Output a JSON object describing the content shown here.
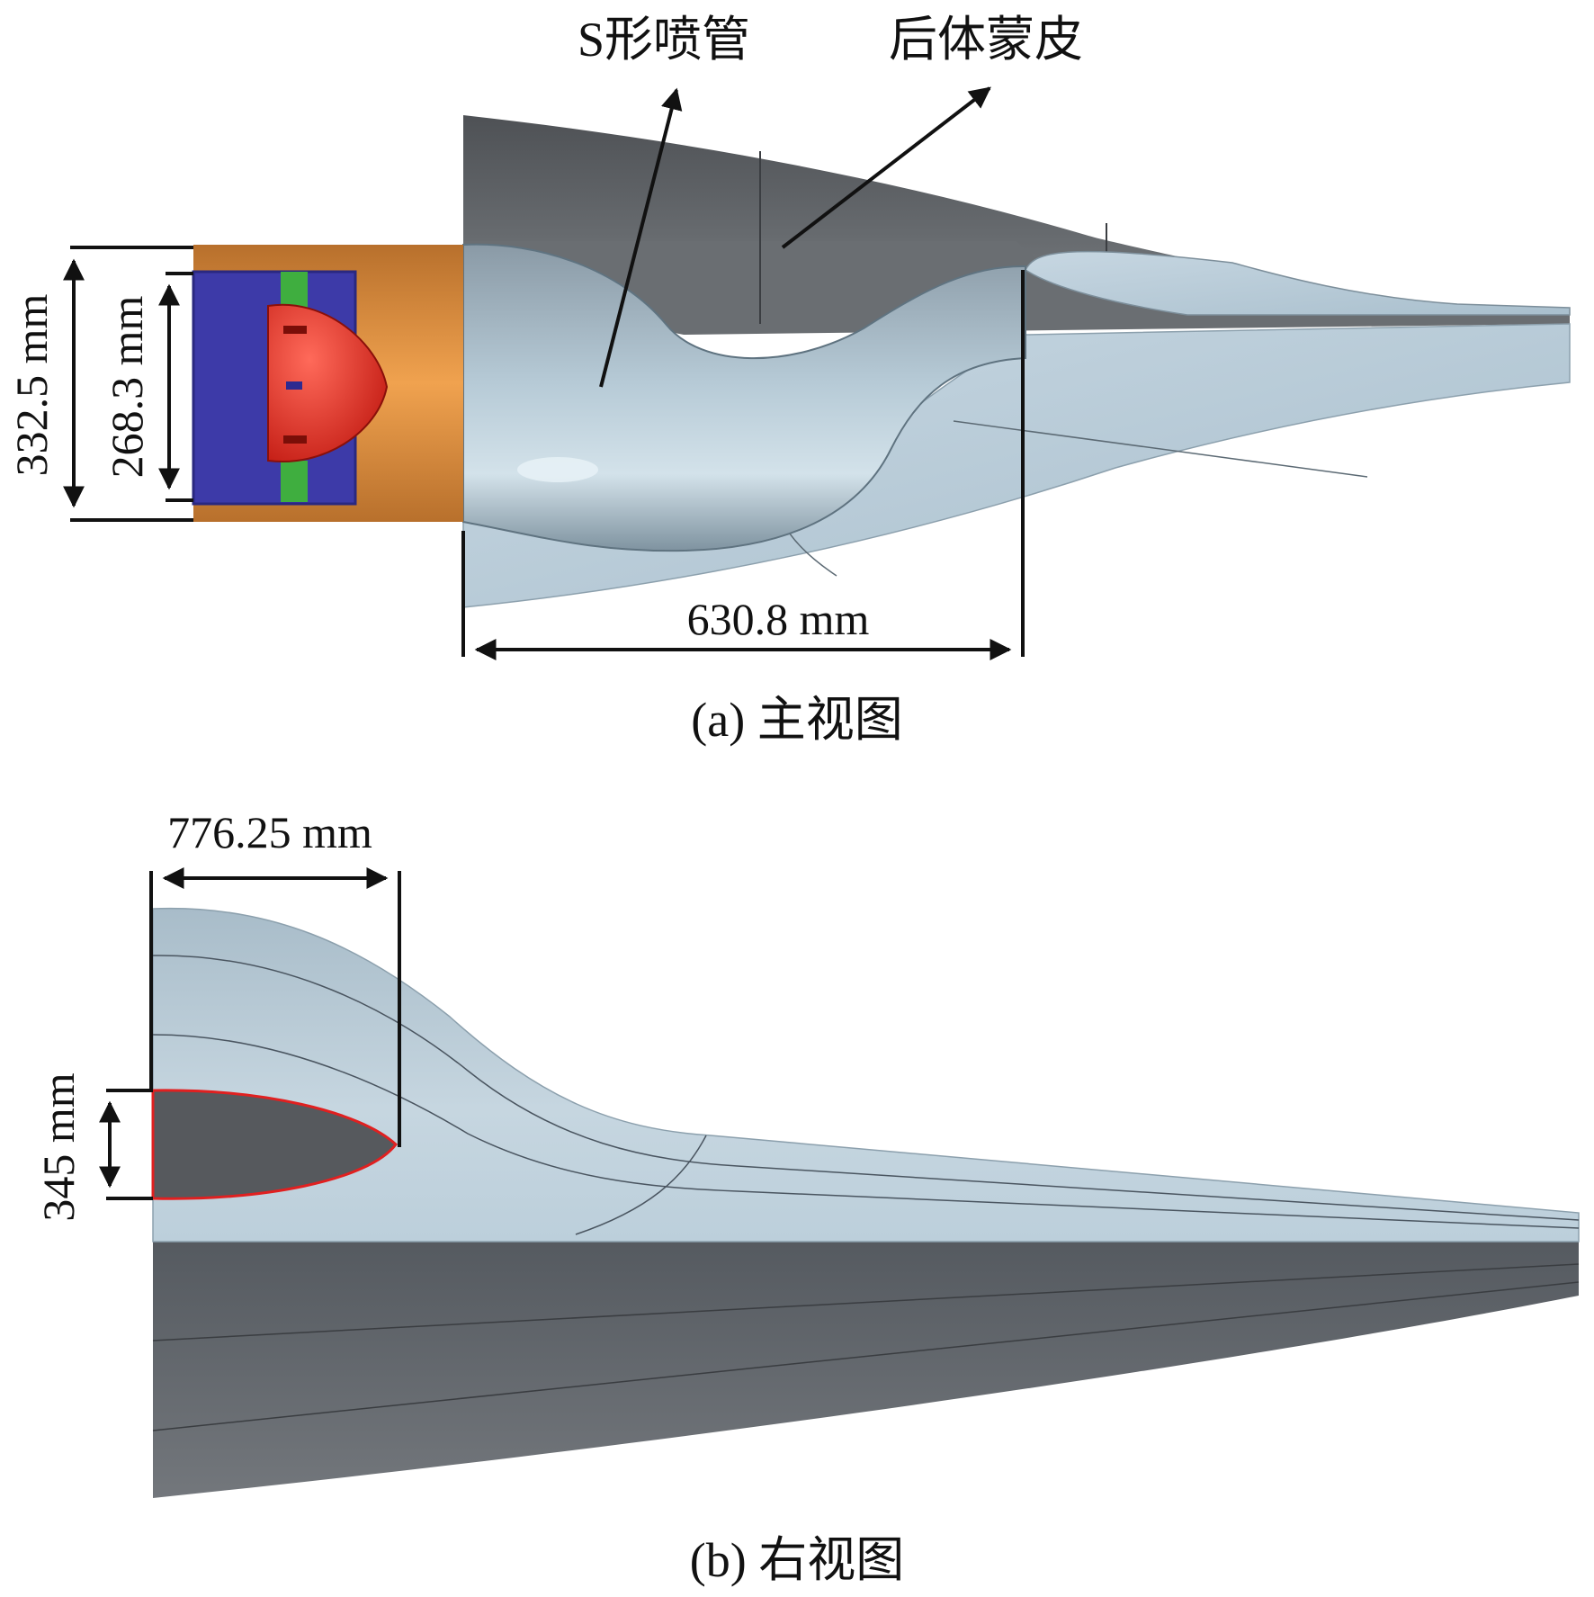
{
  "view_a": {
    "caption": "(a) 主视图",
    "callouts": {
      "nozzle": "S形喷管",
      "afterbody": "后体蒙皮"
    },
    "dims": {
      "outer_diameter": "332.5 mm",
      "inner_diameter": "268.3 mm",
      "nozzle_length": "630.8 mm"
    }
  },
  "view_b": {
    "caption": "(b) 右视图",
    "dims": {
      "outlet_width": "776.25 mm",
      "outlet_height": "345 mm"
    }
  },
  "colors": {
    "skin_dark": "#5f6266",
    "skin_light": "#b9ccd8",
    "engine_casing": "#d98a3a",
    "engine_core": "#3d3aa8",
    "fan_ring": "#3fae3f",
    "spinner": "#e02a1f",
    "outlet_edge": "#e02020"
  }
}
